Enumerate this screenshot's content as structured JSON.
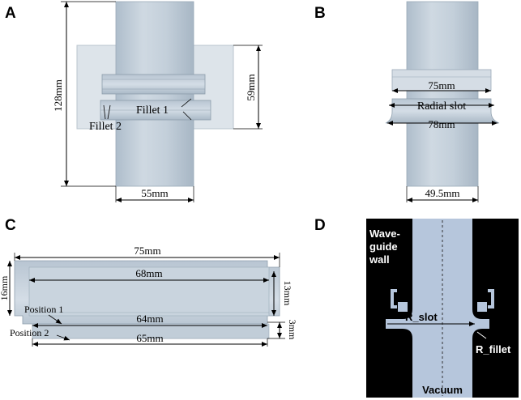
{
  "colors": {
    "metal": "#c5d1dc",
    "metal_dark": "#a9b8c6",
    "metal_light": "#dfe6ec",
    "vacuum_d": "#b6c6dc",
    "wall": "#000000"
  },
  "panels": {
    "a": {
      "letter": "A",
      "dim_height": "128mm",
      "dim_flange": "59mm",
      "dim_width": "55mm",
      "fillet1": "Fillet 1",
      "fillet2": "Fillet 2"
    },
    "b": {
      "letter": "B",
      "dim_top": "75mm",
      "slot_label": "Radial slot",
      "dim_slot": "78mm",
      "dim_width": "49.5mm"
    },
    "c": {
      "letter": "C",
      "dim_75": "75mm",
      "dim_68": "68mm",
      "dim_64": "64mm",
      "dim_65": "65mm",
      "dim_16": "16mm",
      "dim_13": "13mm",
      "dim_3": "3mm",
      "position1": "Position 1",
      "position2": "Position 2"
    },
    "d": {
      "letter": "D",
      "wall_label_1": "Wave-",
      "wall_label_2": "guide",
      "wall_label_3": "wall",
      "r_slot": "R_slot",
      "r_fillet": "R_fillet",
      "vacuum": "Vacuum"
    }
  }
}
